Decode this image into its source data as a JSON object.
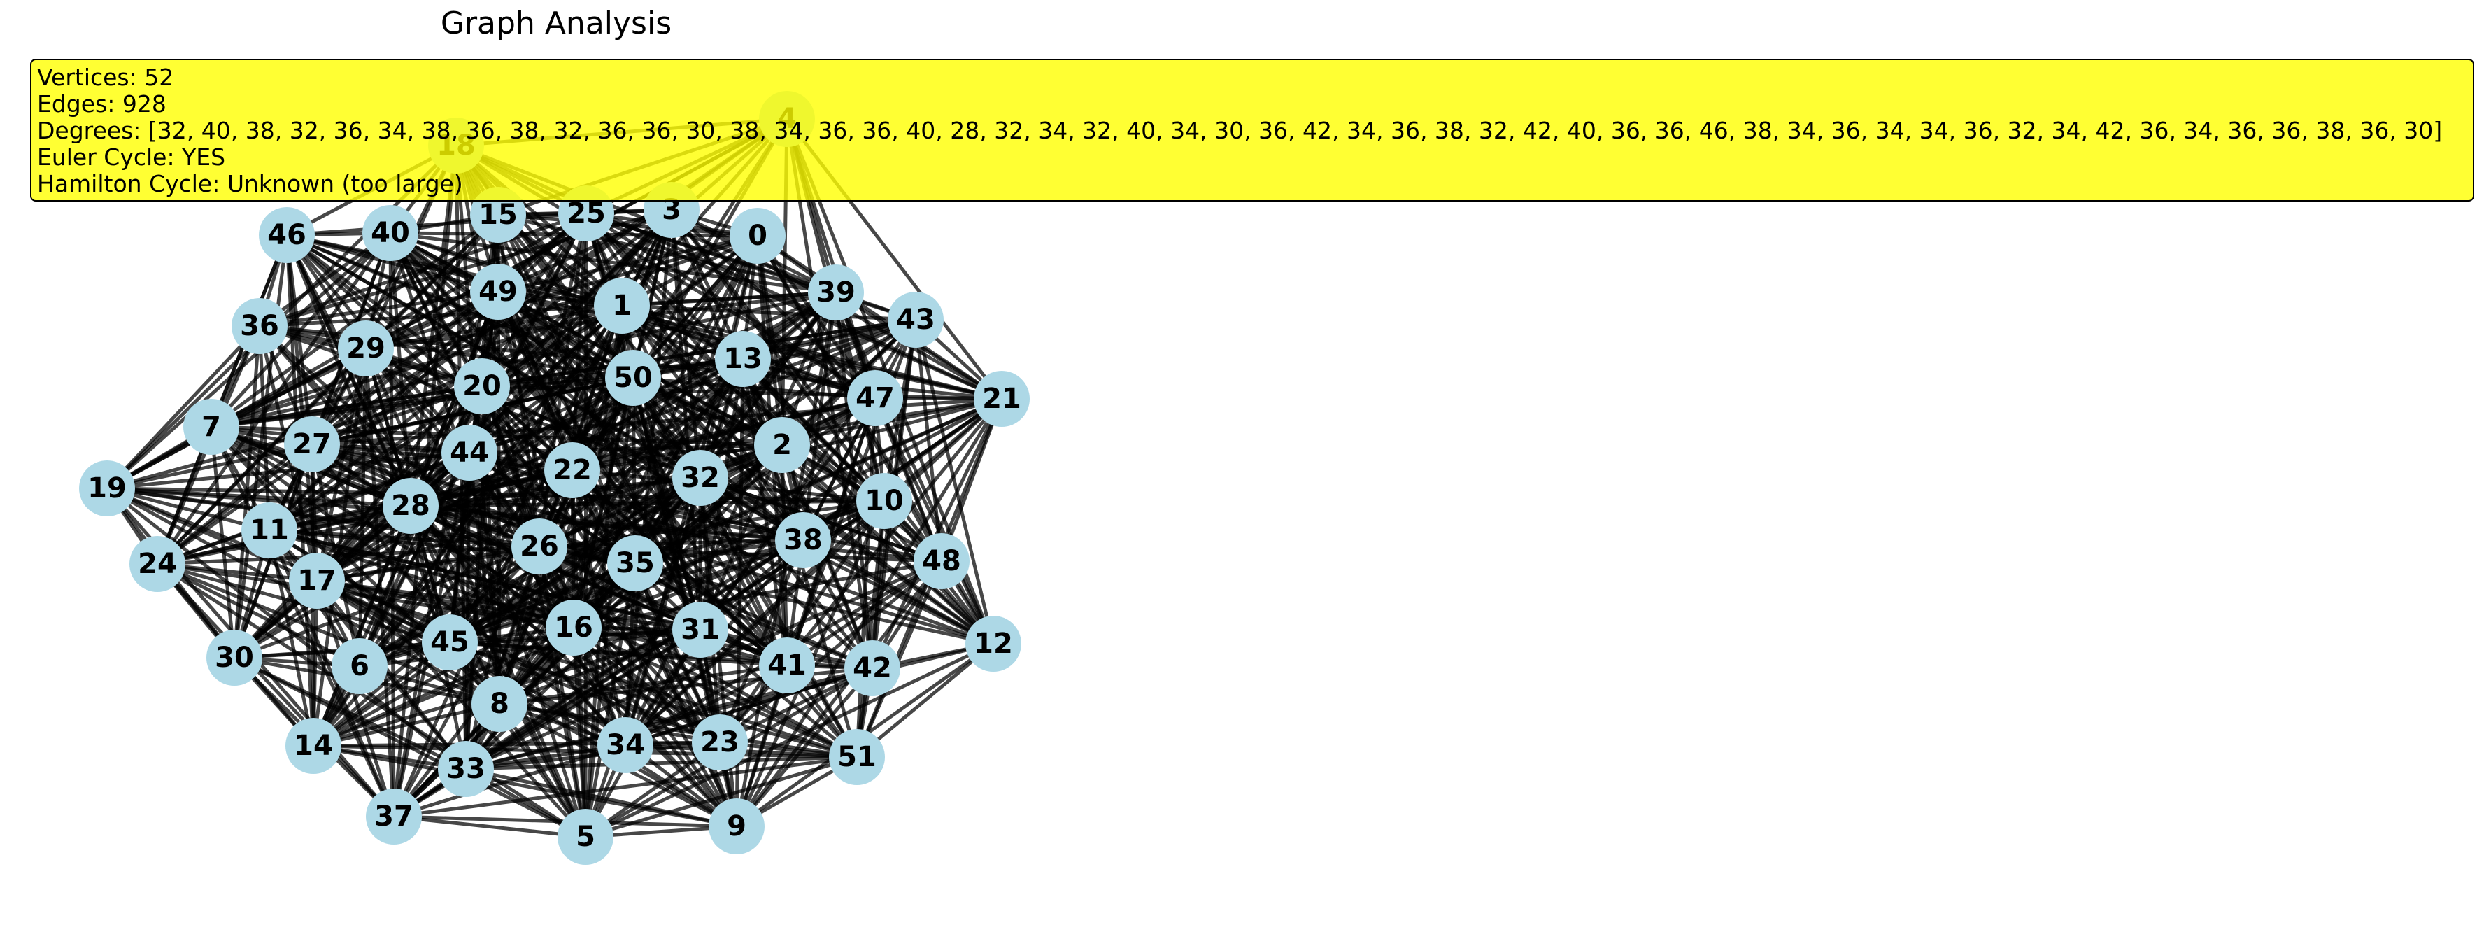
{
  "title": "Graph Analysis",
  "info": {
    "vertices": "Vertices: 52",
    "edges": "Edges: 928",
    "degrees": "Degrees: [32, 40, 38, 32, 36, 34, 38, 36, 38, 32, 36, 36, 30, 38, 34, 36, 36, 40, 28, 32, 34, 32, 40, 34, 30, 36, 42, 34, 36, 38, 32, 42, 40, 36, 36, 46, 38, 34, 36, 34, 34, 36, 32, 34, 42, 36, 34, 36, 36, 38, 36, 30]",
    "euler": "Euler Cycle: YES",
    "hamilton": "Hamilton Cycle: Unknown (too large)"
  },
  "graph": {
    "node_color": "#add8e6",
    "edge_color": "#000000",
    "nodes": [
      "0",
      "1",
      "2",
      "3",
      "4",
      "5",
      "6",
      "7",
      "8",
      "9",
      "10",
      "11",
      "12",
      "13",
      "14",
      "15",
      "16",
      "17",
      "18",
      "19",
      "20",
      "21",
      "22",
      "23",
      "24",
      "25",
      "26",
      "27",
      "28",
      "29",
      "30",
      "31",
      "32",
      "33",
      "34",
      "35",
      "36",
      "37",
      "38",
      "39",
      "40",
      "41",
      "42",
      "43",
      "44",
      "45",
      "46",
      "47",
      "48",
      "49",
      "50",
      "51"
    ]
  }
}
